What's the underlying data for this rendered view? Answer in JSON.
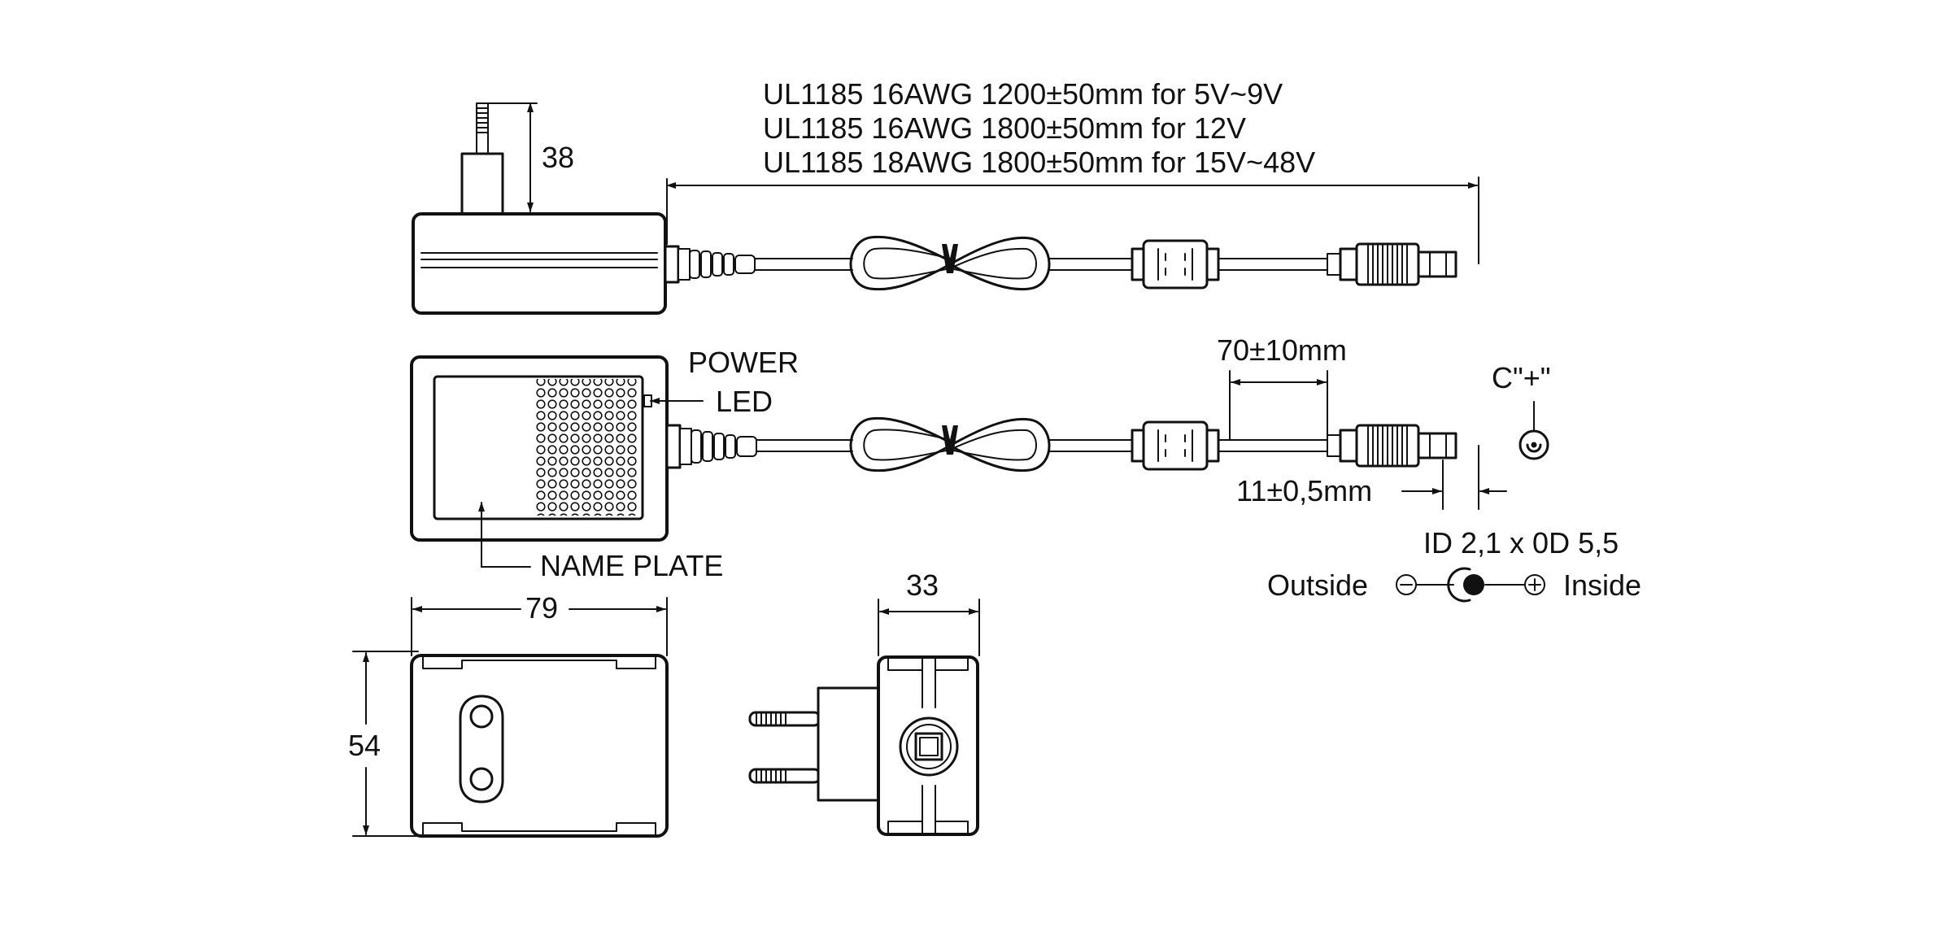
{
  "cable_spec": {
    "line1": "UL1185 16AWG 1200±50mm for 5V~9V",
    "line2": "UL1185 16AWG 1800±50mm for 12V",
    "line3": "UL1185 18AWG 1800±50mm for 15V~48V"
  },
  "dimensions": {
    "plug_height": "38",
    "strip_length": "70±10mm",
    "dc_plug_length": "11±0,5mm",
    "case_width": "79",
    "case_height": "54",
    "case_depth": "33"
  },
  "labels": {
    "power": "POWER",
    "led": "LED",
    "name_plate": "NAME PLATE",
    "connector_polarity": "C\"+\"",
    "dc_plug_size": "ID 2,1 x 0D 5,5",
    "outside": "Outside",
    "inside": "Inside"
  },
  "colors": {
    "line": "#111111",
    "background": "#ffffff"
  }
}
